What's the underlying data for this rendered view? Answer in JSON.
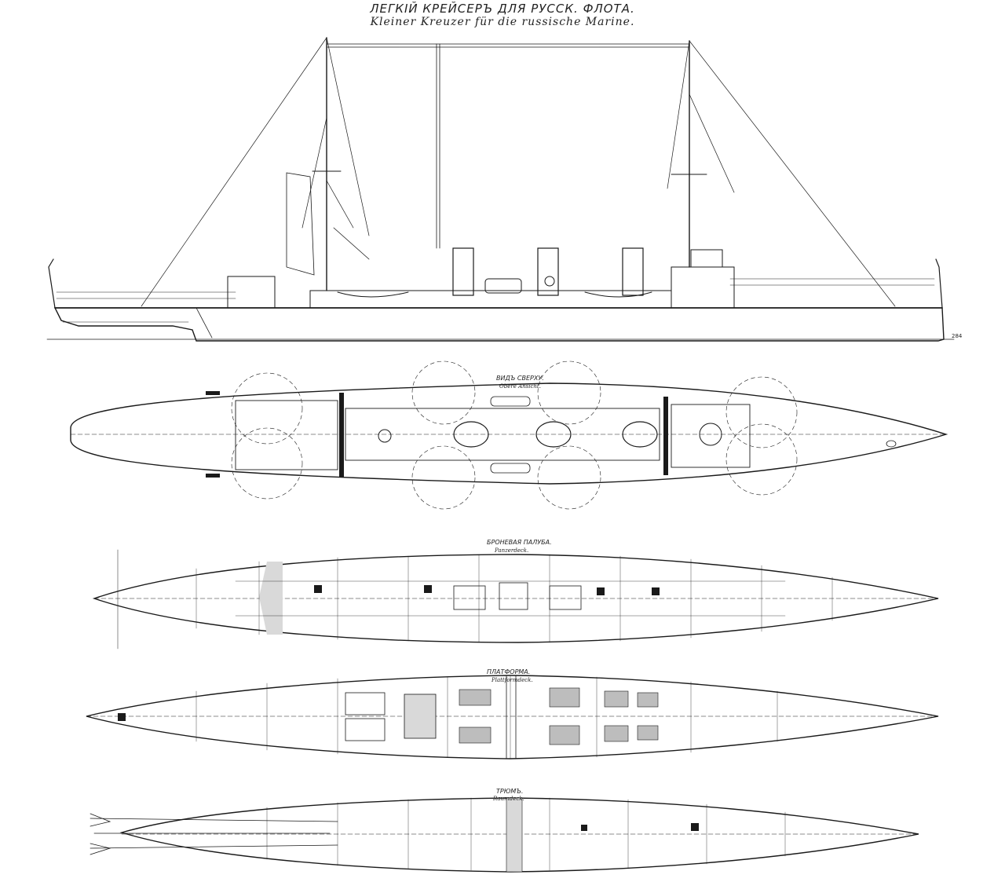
{
  "header": {
    "title_ru": "ЛЕГКІЙ КРЕЙСЕРЪ ДЛЯ РУССК. ФЛОТА.",
    "title_de": "Kleiner Kreuzer für die russische Marine."
  },
  "plans": {
    "top_view": {
      "label_ru": "ВИДЪ СВЕРХУ.",
      "label_de": "Obere Ansicht."
    },
    "armour_deck": {
      "label_ru": "БРОНЕВАЯ ПАЛУБА.",
      "label_de": "Panzerdeck."
    },
    "platform": {
      "label_ru": "ПЛАТФОРМА.",
      "label_de": "Plattformdeck."
    },
    "hold": {
      "label_ru": "ТРЮМЪ.",
      "label_de": "Raumdeck."
    }
  },
  "profile": {
    "scale_mark": "284"
  },
  "colors": {
    "ink": "#1a1a1a",
    "paper": "#ffffff",
    "shade": "#bdbdbd"
  }
}
